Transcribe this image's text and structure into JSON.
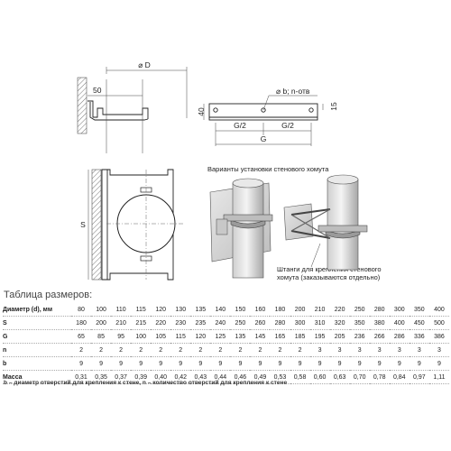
{
  "drawing": {
    "dim_diameter": "⌀ D",
    "dim_50": "50",
    "dim_holes": "⌀ b; n-отв",
    "dim_40": "40",
    "dim_15": "15",
    "dim_g_half_left": "G/2",
    "dim_g_half_right": "G/2",
    "dim_g": "G",
    "dim_s": "S",
    "caption_variants": "Варианты установки стенового хомута",
    "caption_rods_line1": "Штанги для крепления стенового",
    "caption_rods_line2": "хомута (заказываются отдельно)"
  },
  "table": {
    "title": "Таблица размеров:",
    "rows": [
      {
        "label": "Диаметр (d), мм",
        "values": [
          "80",
          "100",
          "110",
          "115",
          "120",
          "130",
          "135",
          "140",
          "150",
          "160",
          "180",
          "200",
          "210",
          "220",
          "250",
          "280",
          "300",
          "350",
          "400"
        ]
      },
      {
        "label": "S",
        "values": [
          "180",
          "200",
          "210",
          "215",
          "220",
          "230",
          "235",
          "240",
          "250",
          "260",
          "280",
          "300",
          "310",
          "320",
          "350",
          "380",
          "400",
          "450",
          "500"
        ]
      },
      {
        "label": "G",
        "values": [
          "65",
          "85",
          "95",
          "100",
          "105",
          "115",
          "120",
          "125",
          "135",
          "145",
          "165",
          "185",
          "195",
          "205",
          "236",
          "266",
          "286",
          "336",
          "386"
        ]
      },
      {
        "label": "n",
        "values": [
          "2",
          "2",
          "2",
          "2",
          "2",
          "2",
          "2",
          "2",
          "2",
          "2",
          "2",
          "2",
          "3",
          "3",
          "3",
          "3",
          "3",
          "3",
          "3"
        ]
      },
      {
        "label": "b",
        "values": [
          "9",
          "9",
          "9",
          "9",
          "9",
          "9",
          "9",
          "9",
          "9",
          "9",
          "9",
          "9",
          "9",
          "9",
          "9",
          "9",
          "9",
          "9",
          "9"
        ]
      },
      {
        "label": "Масса",
        "values": [
          "0,31",
          "0,35",
          "0,37",
          "0,39",
          "0,40",
          "0,42",
          "0,43",
          "0,44",
          "0,46",
          "0,49",
          "0,53",
          "0,58",
          "0,60",
          "0,63",
          "0,70",
          "0,78",
          "0,84",
          "0,97",
          "1,11"
        ]
      }
    ],
    "footnote": "b – диаметр отверстий для крепления к стене, n – количество отверстий для крепления к стене"
  }
}
